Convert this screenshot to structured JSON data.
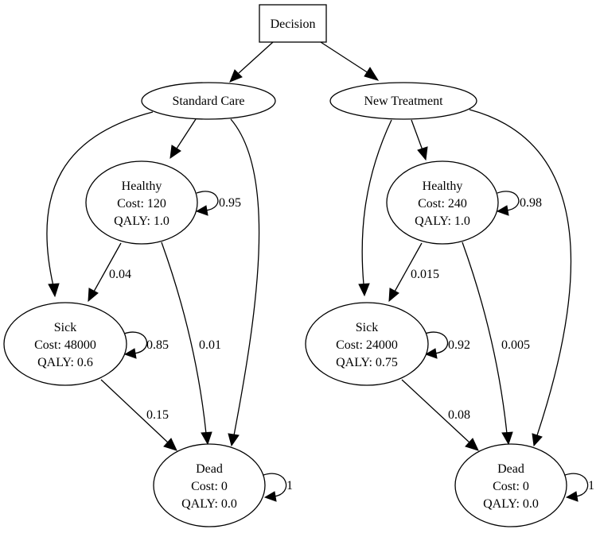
{
  "decision": {
    "label": "Decision"
  },
  "strategies": {
    "standard": {
      "label": "Standard Care"
    },
    "new": {
      "label": "New Treatment"
    }
  },
  "states": {
    "std_healthy": {
      "name": "Healthy",
      "cost": "Cost: 120",
      "qaly": "QALY: 1.0"
    },
    "std_sick": {
      "name": "Sick",
      "cost": "Cost: 48000",
      "qaly": "QALY: 0.6"
    },
    "std_dead": {
      "name": "Dead",
      "cost": "Cost: 0",
      "qaly": "QALY: 0.0"
    },
    "new_healthy": {
      "name": "Healthy",
      "cost": "Cost: 240",
      "qaly": "QALY: 1.0"
    },
    "new_sick": {
      "name": "Sick",
      "cost": "Cost: 24000",
      "qaly": "QALY: 0.75"
    },
    "new_dead": {
      "name": "Dead",
      "cost": "Cost: 0",
      "qaly": "QALY: 0.0"
    }
  },
  "probabilities": {
    "std_healthy_self": "0.95",
    "std_healthy_sick": "0.04",
    "std_healthy_dead": "0.01",
    "std_sick_self": "0.85",
    "std_sick_dead": "0.15",
    "std_dead_self": "1",
    "new_healthy_self": "0.98",
    "new_healthy_sick": "0.015",
    "new_healthy_dead": "0.005",
    "new_sick_self": "0.92",
    "new_sick_dead": "0.08",
    "new_dead_self": "1"
  }
}
